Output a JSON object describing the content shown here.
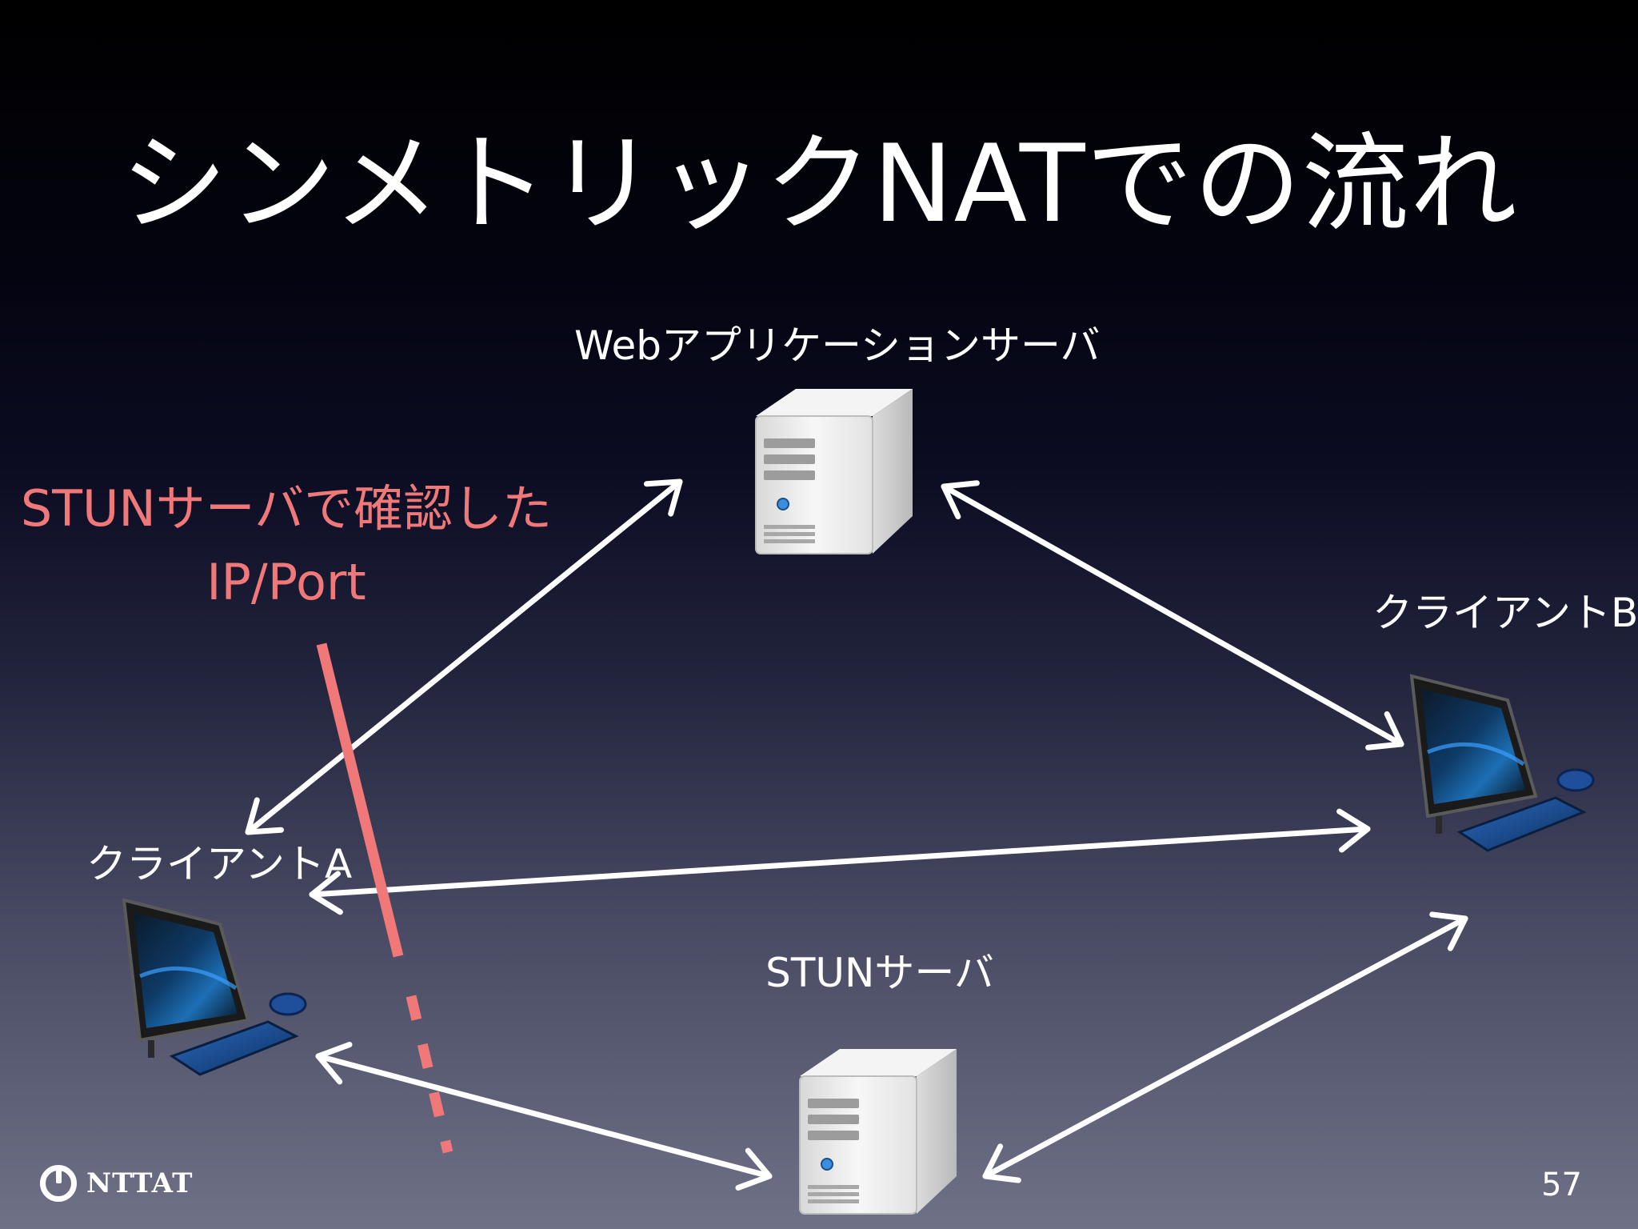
{
  "title": "シンメトリックNATでの流れ",
  "nodes": {
    "web_server": {
      "label": "Webアプリケーションサーバ",
      "icon": "server-icon"
    },
    "client_b": {
      "label": "クライアントB",
      "icon": "desktop-computer-icon"
    },
    "client_a": {
      "label": "クライアントA",
      "icon": "desktop-computer-icon"
    },
    "stun_server": {
      "label": "STUNサーバ",
      "icon": "server-icon"
    }
  },
  "annotation": {
    "line1": "STUNサーバで確認した",
    "line2": "IP/Port",
    "color": "#f07878"
  },
  "footer": {
    "logo_text": "NTTAT",
    "page_number": "57"
  },
  "colors": {
    "arrow": "#ffffff",
    "annotation": "#f07878"
  }
}
